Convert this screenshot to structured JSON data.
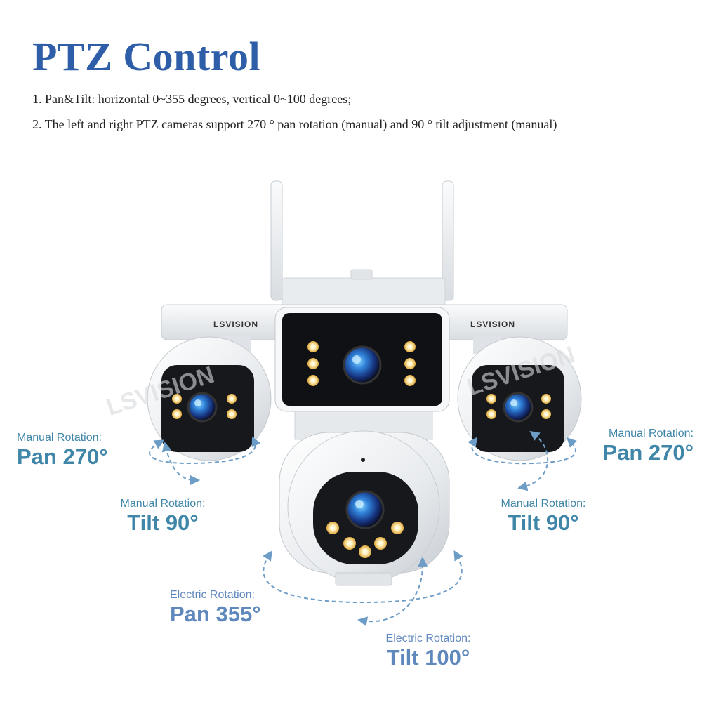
{
  "heading": {
    "title": "PTZ Control"
  },
  "specs": [
    "1. Pan&Tilt: horizontal 0~355 degrees, vertical 0~100 degrees;",
    "2. The left and right PTZ cameras support 270 ° pan rotation (manual) and 90 ° tilt adjustment (manual)"
  ],
  "brand": {
    "logo_text": "LSVISION",
    "watermark_text": "LSVISION"
  },
  "annotations": {
    "left_pan": {
      "caption": "Manual Rotation:",
      "value": "Pan 270°"
    },
    "left_tilt": {
      "caption": "Manual Rotation:",
      "value": "Tilt 90°"
    },
    "right_pan": {
      "caption": "Manual Rotation:",
      "value": "Pan 270°"
    },
    "right_tilt": {
      "caption": "Manual Rotation:",
      "value": "Tilt 90°"
    },
    "center_pan": {
      "caption": "Electric Rotation:",
      "value": "Pan 355°"
    },
    "center_tilt": {
      "caption": "Electric Rotation:",
      "value": "Tilt 100°"
    }
  },
  "colors": {
    "title": "#2f5ea8",
    "manual_label": "#3f86a8",
    "electric_label": "#5f88bd",
    "arrow": "#6d9dc6",
    "camera_body": "#eef0f2"
  }
}
